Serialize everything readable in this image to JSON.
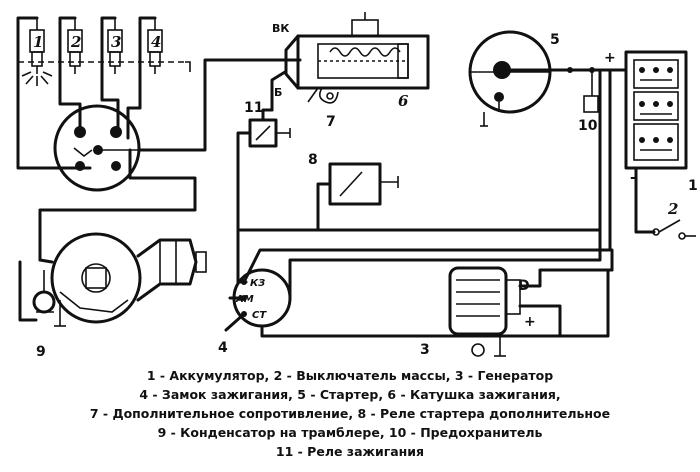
{
  "labels": {
    "n1": "1",
    "n2": "2",
    "n3": "3",
    "n4": "4",
    "n5": "5",
    "n6": "6",
    "n7": "7",
    "n8": "8",
    "n9": "9",
    "n10": "10",
    "n11": "11"
  },
  "spark_plugs": [
    "1",
    "2",
    "3",
    "4"
  ],
  "coil_terminals": {
    "vk": "ВК",
    "b": "Б"
  },
  "switch_terminals": {
    "kz": "КЗ",
    "am": "АМ",
    "st": "СТ"
  },
  "generator_terminals": {
    "d": "D",
    "plus": "+"
  },
  "battery_terminals": {
    "plus": "+",
    "minus": "-"
  },
  "legend": [
    "1 - Аккумулятор, 2 - Выключатель массы, 3 - Генератор",
    "4 - Замок зажигания, 5 - Стартер, 6 - Катушка зажигания,",
    "7 - Дополнительное сопротивление, 8 - Реле стартера дополнительное",
    "9 - Конденсатор на трамблере, 10 - Предохранитель",
    "11 - Реле зажигания"
  ]
}
